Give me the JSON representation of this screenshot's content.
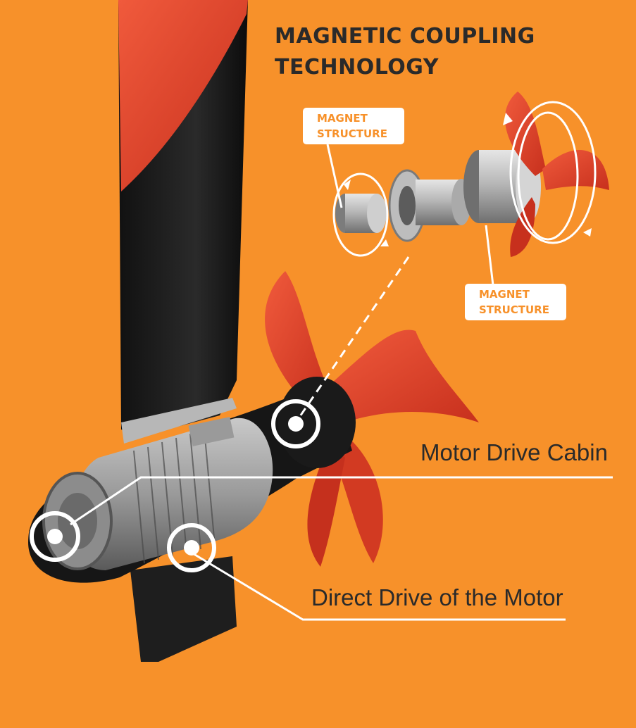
{
  "title": {
    "line1": "MAGNETIC COUPLING",
    "line2": "TECHNOLOGY"
  },
  "callouts": [
    {
      "line1": "MAGNET",
      "line2": "STRUCTURE"
    },
    {
      "line1": "MAGNET",
      "line2": "STRUCTURE"
    }
  ],
  "labels": {
    "motor_cabin": "Motor Drive Cabin",
    "direct_drive": "Direct Drive of the Motor"
  },
  "colors": {
    "background": "#f7912a",
    "propeller": "#e8402a",
    "body": "#1c1c1c",
    "text": "#2a2a2a",
    "callout_text": "#f7912a"
  }
}
